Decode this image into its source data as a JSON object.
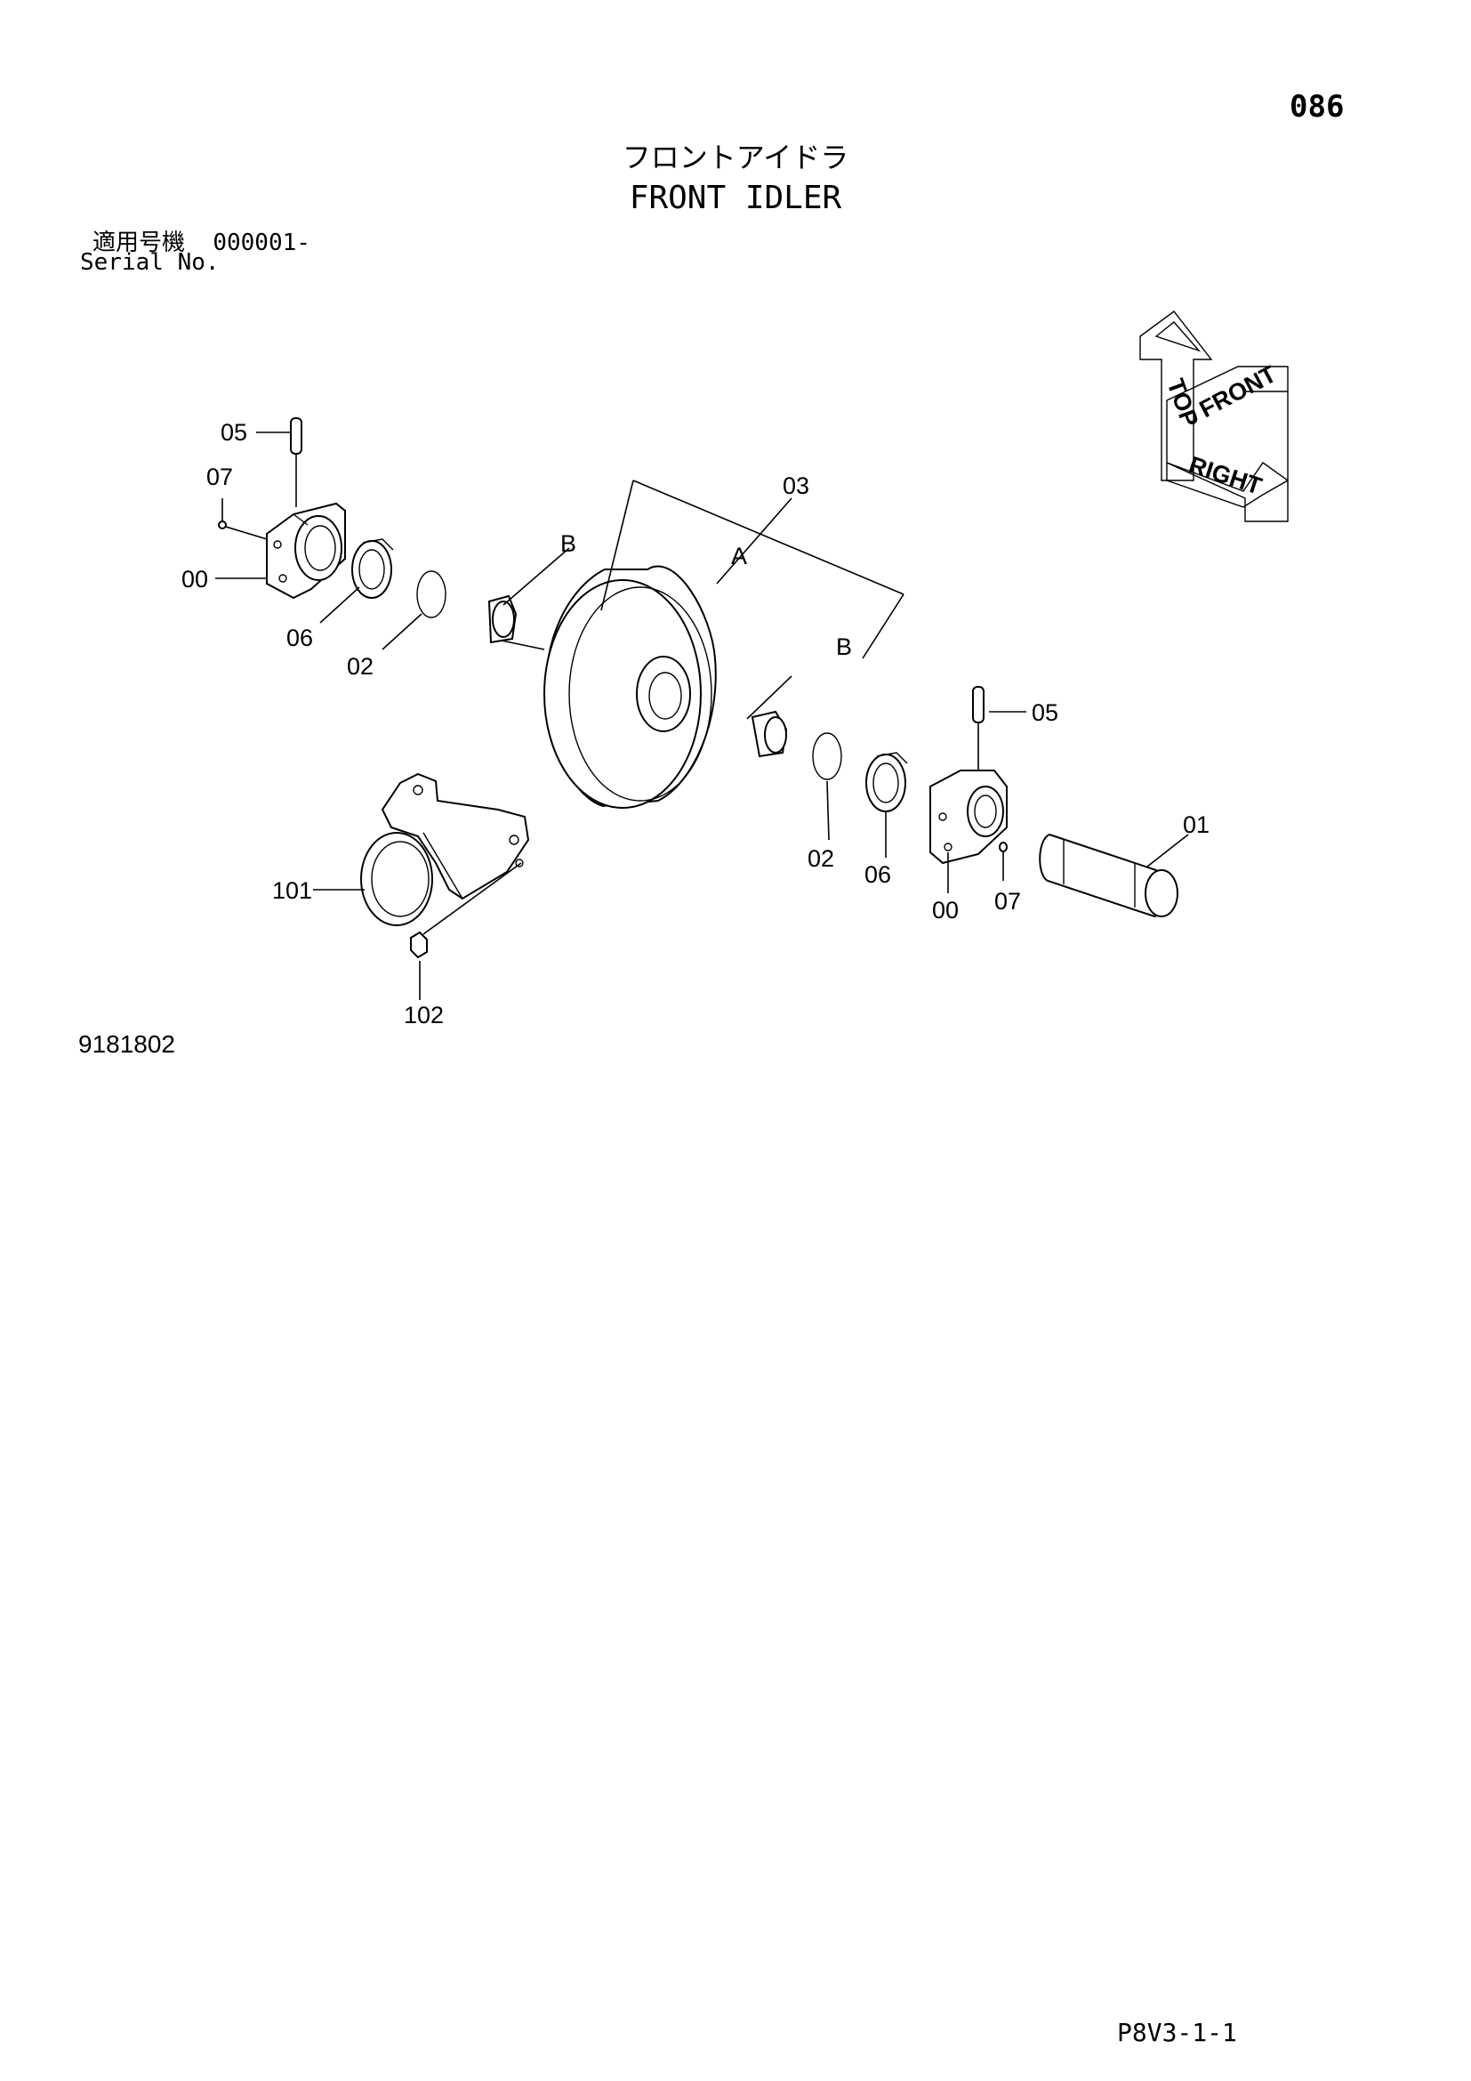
{
  "header": {
    "page_number": "086",
    "title_jp": "フロントアイドラ",
    "title_en": "FRONT IDLER",
    "serial_label_jp": "適用号機",
    "serial_value": "000001-",
    "serial_label_en": "Serial No."
  },
  "orientation": {
    "top": "TOP",
    "front": "FRONT",
    "right": "RIGHT"
  },
  "callouts": {
    "p00_left": "00",
    "p00_right": "00",
    "p01": "01",
    "p02_left": "02",
    "p02_right": "02",
    "p03": "03",
    "p05_left": "05",
    "p05_right": "05",
    "p06_left": "06",
    "p06_right": "06",
    "p07_left": "07",
    "p07_right": "07",
    "p101": "101",
    "p102": "102",
    "group_a": "A",
    "group_b_left": "B",
    "group_b_right": "B"
  },
  "figure_number": "9181802",
  "footer_code": "P8V3-1-1"
}
